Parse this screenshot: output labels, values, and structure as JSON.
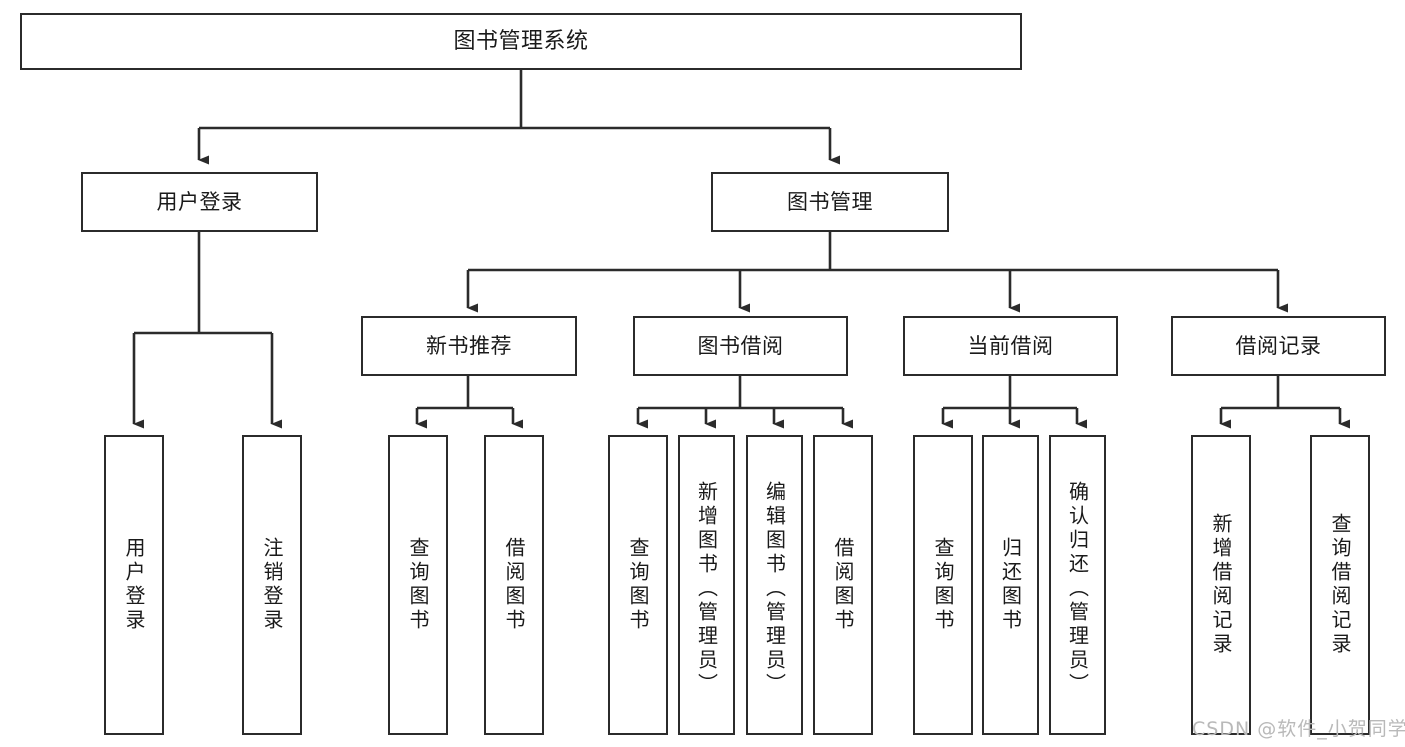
{
  "diagram": {
    "title": "图书管理系统",
    "type": "tree-hierarchy",
    "root": {
      "label": "图书管理系统"
    },
    "level1": [
      {
        "label": "用户登录"
      },
      {
        "label": "图书管理"
      }
    ],
    "level2": [
      {
        "label": "新书推荐"
      },
      {
        "label": "图书借阅"
      },
      {
        "label": "当前借阅"
      },
      {
        "label": "借阅记录"
      }
    ],
    "leaves": {
      "user_login": [
        {
          "label": "用户登录"
        },
        {
          "label": "注销登录"
        }
      ],
      "new_book_recommend": [
        {
          "label": "查询图书"
        },
        {
          "label": "借阅图书"
        }
      ],
      "book_borrow": [
        {
          "label": "查询图书"
        },
        {
          "label": "新增图书（管理员）"
        },
        {
          "label": "编辑图书（管理员）"
        },
        {
          "label": "借阅图书"
        }
      ],
      "current_borrow": [
        {
          "label": "查询图书"
        },
        {
          "label": "归还图书"
        },
        {
          "label": "确认归还（管理员）"
        }
      ],
      "borrow_record": [
        {
          "label": "新增借阅记录"
        },
        {
          "label": "查询借阅记录"
        }
      ]
    }
  },
  "watermark": {
    "text": "CSDN @软件_小贺同学"
  },
  "colors": {
    "box_border": "#2b2b2b",
    "box_fill": "#ffffff",
    "line": "#2b2b2b",
    "text": "#1a1a1a",
    "watermark": "#b9b9b9",
    "background": "#ffffff"
  }
}
